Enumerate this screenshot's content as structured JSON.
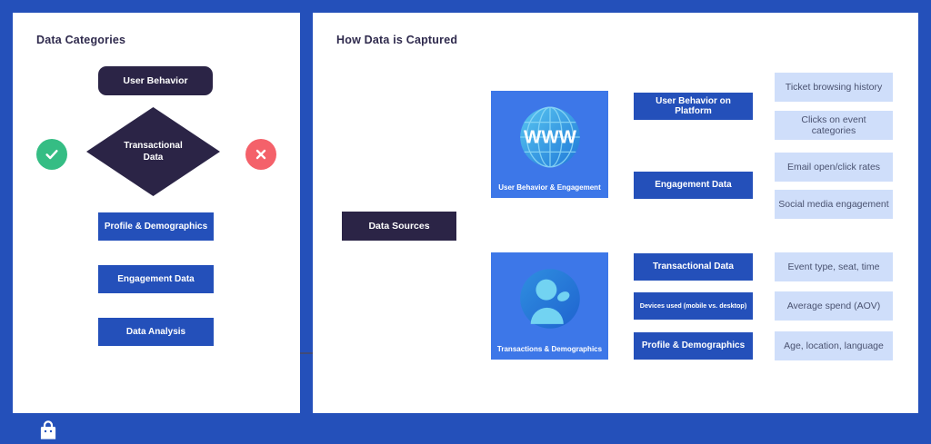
{
  "theme": {
    "frame_blue": "#2450ba",
    "panel_white": "#ffffff",
    "node_dark": "#2b2446",
    "node_blue": "#2450ba",
    "node_lightblue": "#cfdefa",
    "accent_green": "#35bd84",
    "accent_red": "#f4616a",
    "icon_card_blue": "#3d77e8",
    "connector": "#4b4863",
    "title_text": "#2f2a4d"
  },
  "panels": {
    "left": {
      "title": "Data Categories"
    },
    "right": {
      "title": "How Data is Captured"
    }
  },
  "left_flow": {
    "start": {
      "label": "User Behavior"
    },
    "decision": {
      "label": "Transactional\nData",
      "line1": "Transactional",
      "line2": "Data"
    },
    "yes_marker": {
      "label": "check-mark",
      "glyph": "✓"
    },
    "no_marker": {
      "label": "cross-mark",
      "glyph": "✕"
    },
    "steps": [
      {
        "label": "Profile & Demographics"
      },
      {
        "label": "Engagement Data"
      },
      {
        "label": "Data Analysis"
      }
    ]
  },
  "right_flow": {
    "source": {
      "label": "Data Sources"
    },
    "cards": [
      {
        "icon": "globe-www-icon",
        "icon_text": "WWW",
        "caption": "User Behavior & Engagement"
      },
      {
        "icon": "user-profile-icon",
        "icon_text": "",
        "caption": "Transactions & Demographics"
      }
    ],
    "branches": [
      {
        "label": "User Behavior on Platform",
        "outputs": [
          "Ticket browsing history",
          "Clicks on event categories"
        ]
      },
      {
        "label": "Engagement Data",
        "outputs": [
          "Email open/click rates",
          "Social media engagement"
        ]
      },
      {
        "label": "Transactional Data",
        "outputs": []
      },
      {
        "label": "Devices used (mobile vs. desktop)",
        "outputs": []
      },
      {
        "label": "Profile & Demographics",
        "outputs": []
      }
    ],
    "bottom_outputs": [
      "Event type, seat, time",
      "Average spend (AOV)",
      "Age, location, language"
    ]
  },
  "footer": {
    "logo": "shopping-bag-icon"
  }
}
